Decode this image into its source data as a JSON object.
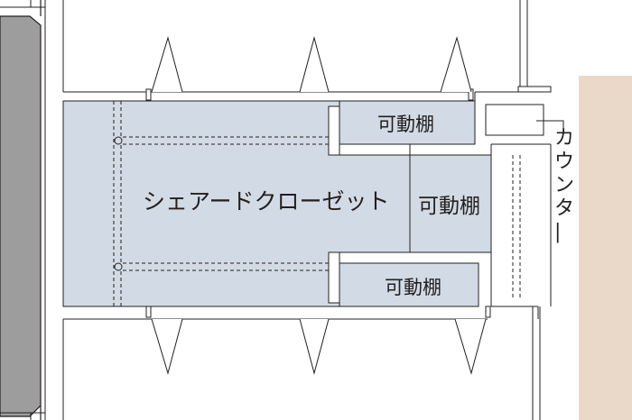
{
  "labels": {
    "closet": "シェアードクローゼット",
    "shelf_top": "可動棚",
    "shelf_mid": "可動棚",
    "shelf_bottom": "可動棚",
    "counter": "カウンター"
  },
  "colors": {
    "closet_fill": "#d2dbe5",
    "beige": "#ead8c9",
    "wall_gray": "#9d9d9d",
    "line": "#231f20"
  }
}
